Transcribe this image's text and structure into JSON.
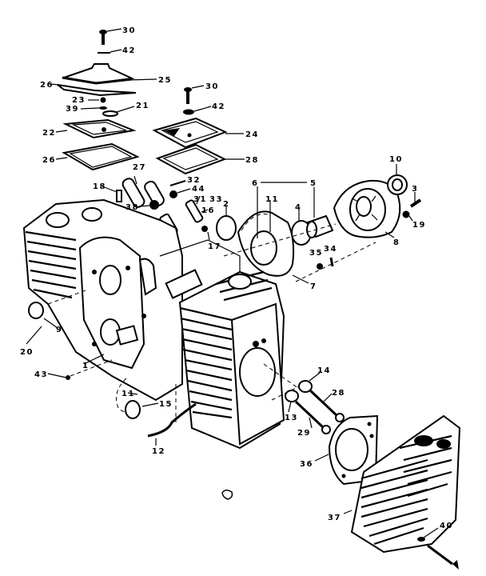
{
  "diagram": {
    "title": "Engine cylinder block exploded parts diagram",
    "callouts": [
      {
        "id": "30",
        "text": "30"
      },
      {
        "id": "42",
        "text": "42"
      },
      {
        "id": "25",
        "text": "25"
      },
      {
        "id": "26",
        "text": "26"
      },
      {
        "id": "23",
        "text": "23"
      },
      {
        "id": "39",
        "text": "39"
      },
      {
        "id": "21",
        "text": "21"
      },
      {
        "id": "22",
        "text": "22"
      },
      {
        "id": "26b",
        "text": "26"
      },
      {
        "id": "30b",
        "text": "30"
      },
      {
        "id": "42b",
        "text": "42"
      },
      {
        "id": "24",
        "text": "24"
      },
      {
        "id": "28",
        "text": "28"
      },
      {
        "id": "27",
        "text": "27"
      },
      {
        "id": "32",
        "text": "32"
      },
      {
        "id": "44",
        "text": "44"
      },
      {
        "id": "18",
        "text": "18"
      },
      {
        "id": "38",
        "text": "38"
      },
      {
        "id": "31",
        "text": "31"
      },
      {
        "id": "33",
        "text": "33"
      },
      {
        "id": "16",
        "text": "16"
      },
      {
        "id": "2",
        "text": "2"
      },
      {
        "id": "17",
        "text": "17"
      },
      {
        "id": "6",
        "text": "6"
      },
      {
        "id": "5",
        "text": "5"
      },
      {
        "id": "11",
        "text": "11"
      },
      {
        "id": "4",
        "text": "4"
      },
      {
        "id": "10",
        "text": "10"
      },
      {
        "id": "3",
        "text": "3"
      },
      {
        "id": "19",
        "text": "19"
      },
      {
        "id": "8",
        "text": "8"
      },
      {
        "id": "34",
        "text": "34"
      },
      {
        "id": "35",
        "text": "35"
      },
      {
        "id": "7",
        "text": "7"
      },
      {
        "id": "9",
        "text": "9"
      },
      {
        "id": "20",
        "text": "20"
      },
      {
        "id": "1",
        "text": "1"
      },
      {
        "id": "43",
        "text": "43"
      },
      {
        "id": "11b",
        "text": "11"
      },
      {
        "id": "15",
        "text": "15"
      },
      {
        "id": "12",
        "text": "12"
      },
      {
        "id": "14",
        "text": "14"
      },
      {
        "id": "28b",
        "text": "28"
      },
      {
        "id": "13",
        "text": "13"
      },
      {
        "id": "29",
        "text": "29"
      },
      {
        "id": "36",
        "text": "36"
      },
      {
        "id": "37",
        "text": "37"
      },
      {
        "id": "40",
        "text": "40"
      }
    ]
  }
}
